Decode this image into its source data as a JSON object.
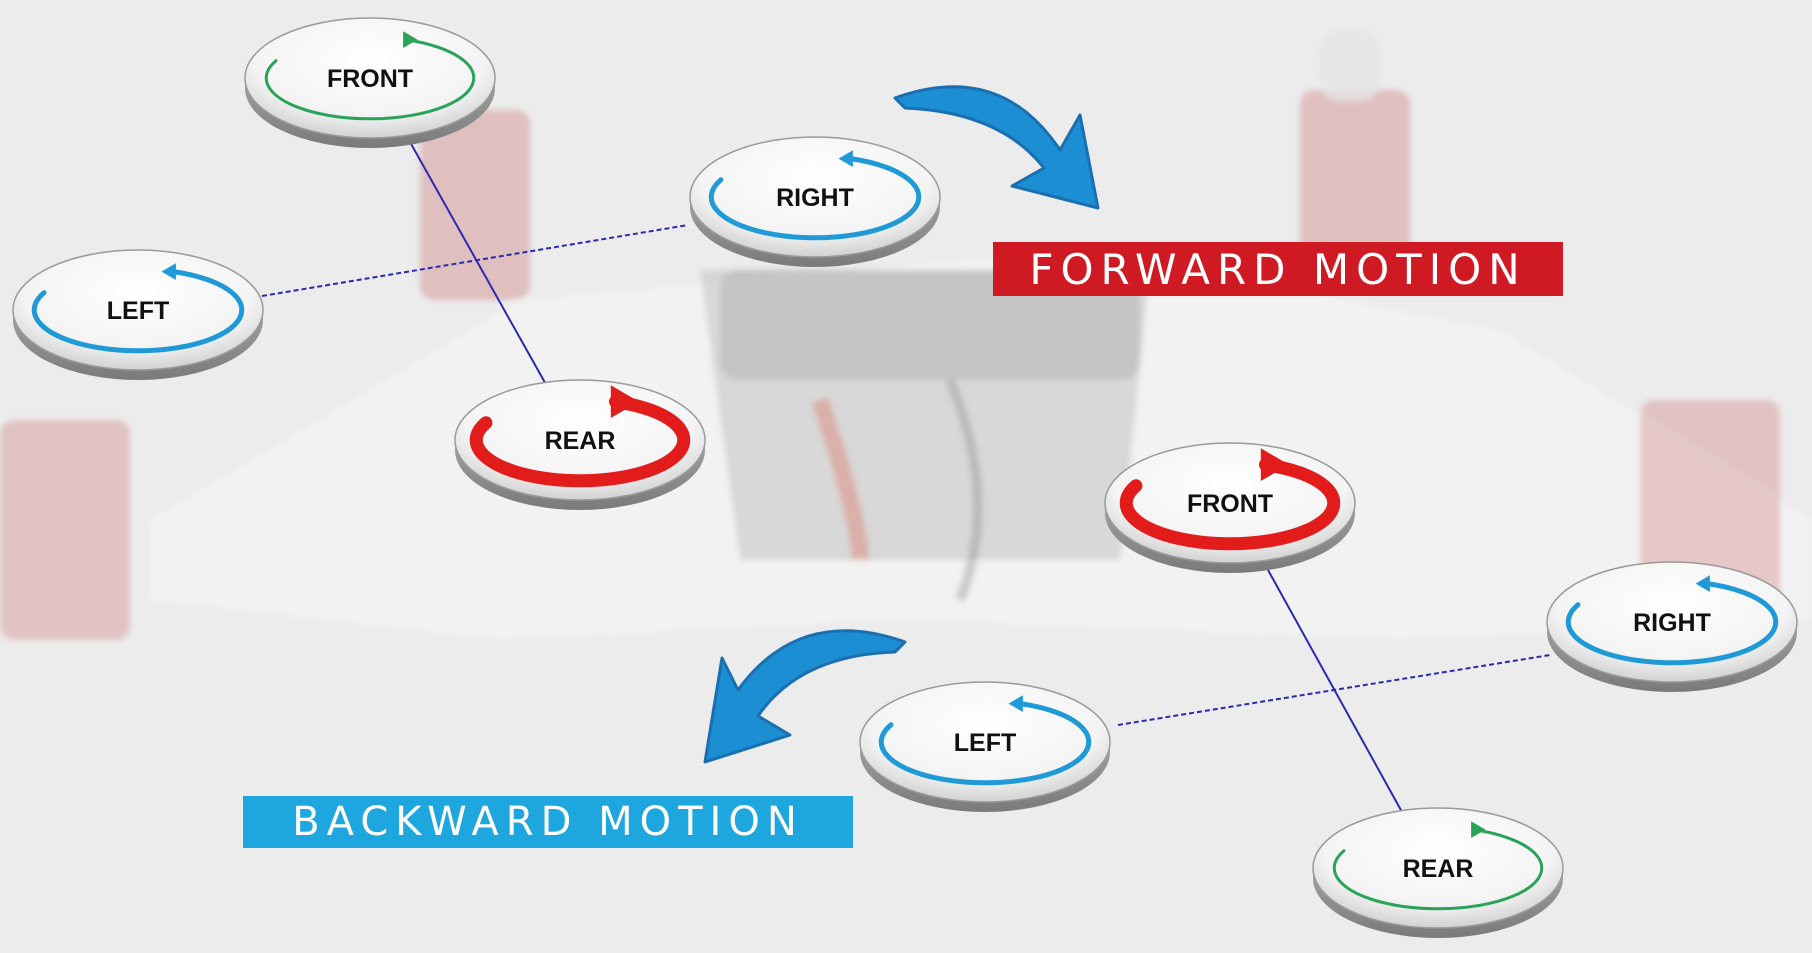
{
  "colors": {
    "background": "#ececec",
    "drone_frame": "#f7f7f7",
    "motor_red": "#c44a4a",
    "link_line": "#2a2ab0",
    "arrow_blue": "#1c8fd4",
    "forward_bg": "#cf1a24",
    "backward_bg": "#1ea6de",
    "rotation_green": "#2aa35a",
    "rotation_blue": "#1f9ad6",
    "rotation_red": "#e21b1b"
  },
  "labels": {
    "forward": "FORWARD MOTION",
    "backward": "BACKWARD MOTION"
  },
  "forward_group": {
    "front": {
      "label": "FRONT",
      "rotation": "slow",
      "color": "green"
    },
    "right": {
      "label": "RIGHT",
      "rotation": "normal",
      "color": "blue"
    },
    "left": {
      "label": "LEFT",
      "rotation": "normal",
      "color": "blue"
    },
    "rear": {
      "label": "REAR",
      "rotation": "fast",
      "color": "red"
    }
  },
  "backward_group": {
    "front": {
      "label": "FRONT",
      "rotation": "fast",
      "color": "red"
    },
    "right": {
      "label": "RIGHT",
      "rotation": "normal",
      "color": "blue"
    },
    "left": {
      "label": "LEFT",
      "rotation": "normal",
      "color": "blue"
    },
    "rear": {
      "label": "REAR",
      "rotation": "slow",
      "color": "green"
    }
  }
}
